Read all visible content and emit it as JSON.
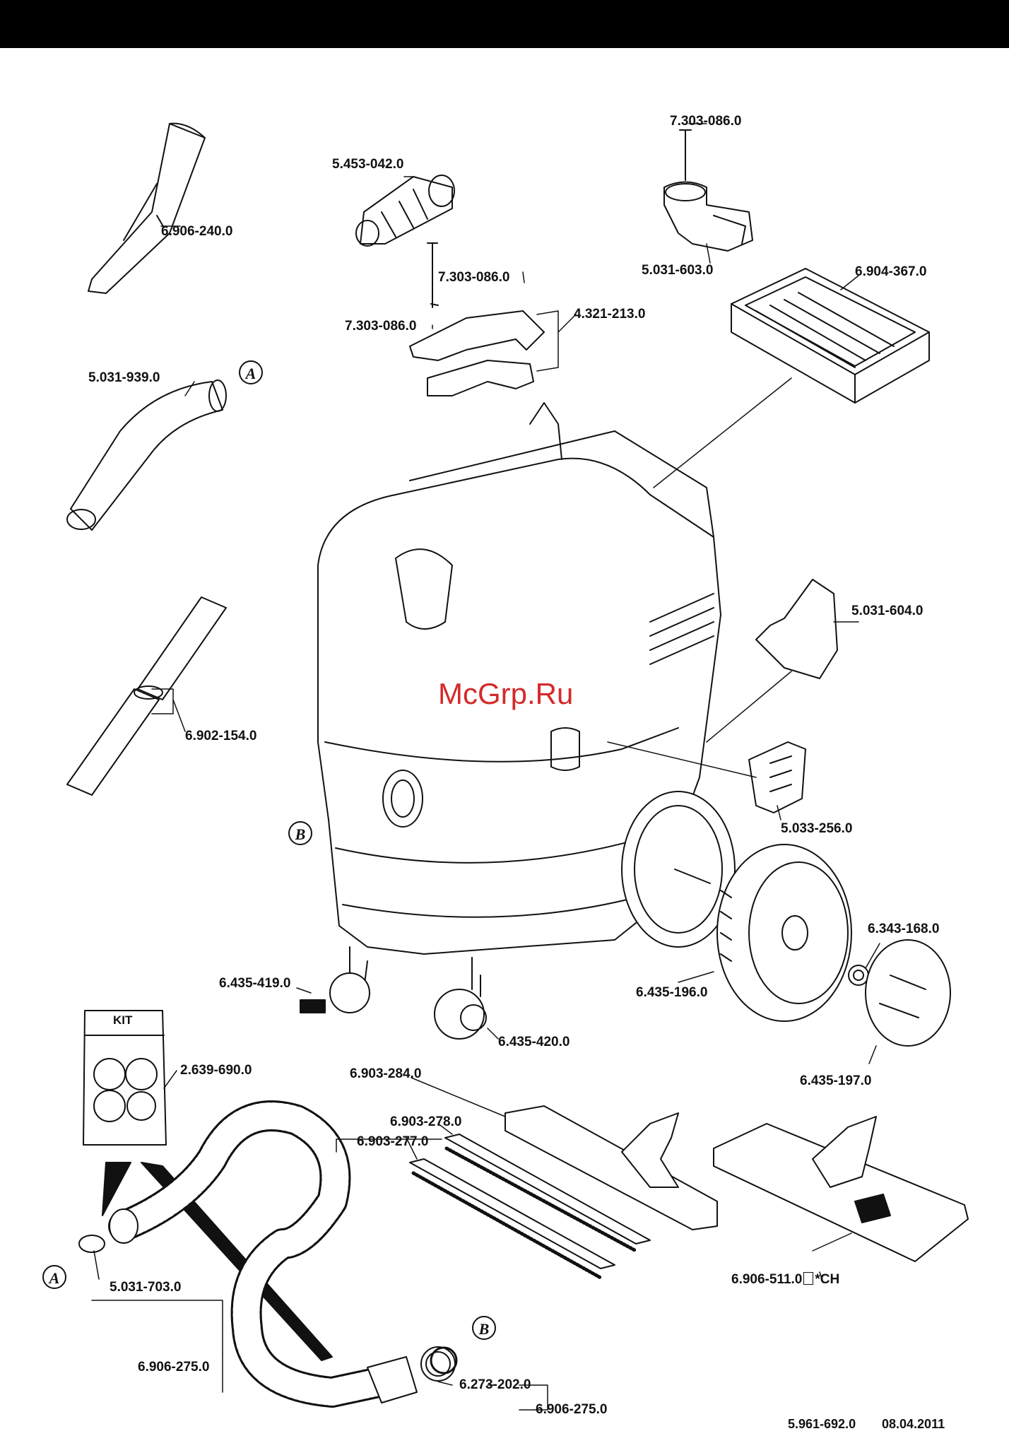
{
  "watermark": "McGrp.Ru",
  "kit_label": "KIT",
  "callouts": {
    "a1": "A",
    "b1": "B",
    "a2": "A",
    "b2": "B"
  },
  "parts": {
    "p01": "6.906-240.0",
    "p02": "5.453-042.0",
    "p03": "7.303-086.0",
    "p04": "5.031-603.0",
    "p05": "7.303-086.0",
    "p06": "7.303-086.0",
    "p07": "4.321-213.0",
    "p08": "6.904-367.0",
    "p09": "5.031-939.0",
    "p10": "6.902-154.0",
    "p11": "5.031-604.0",
    "p12": "5.033-256.0",
    "p13": "6.343-168.0",
    "p14": "6.435-419.0",
    "p15": "6.435-420.0",
    "p16": "6.435-196.0",
    "p17": "6.435-197.0",
    "p18": "2.639-690.0",
    "p19": "6.903-284.0",
    "p20": "6.903-278.0",
    "p21": "6.903-277.0",
    "p22": "6.906-511.0",
    "p22_suffix": "*CH",
    "p23": "5.031-703.0",
    "p24": "6.906-275.0",
    "p25": "6.273-202.0",
    "p26": "6.906-275.0"
  },
  "footer": {
    "doc_number": "5.961-692.0",
    "date": "08.04.2011"
  }
}
